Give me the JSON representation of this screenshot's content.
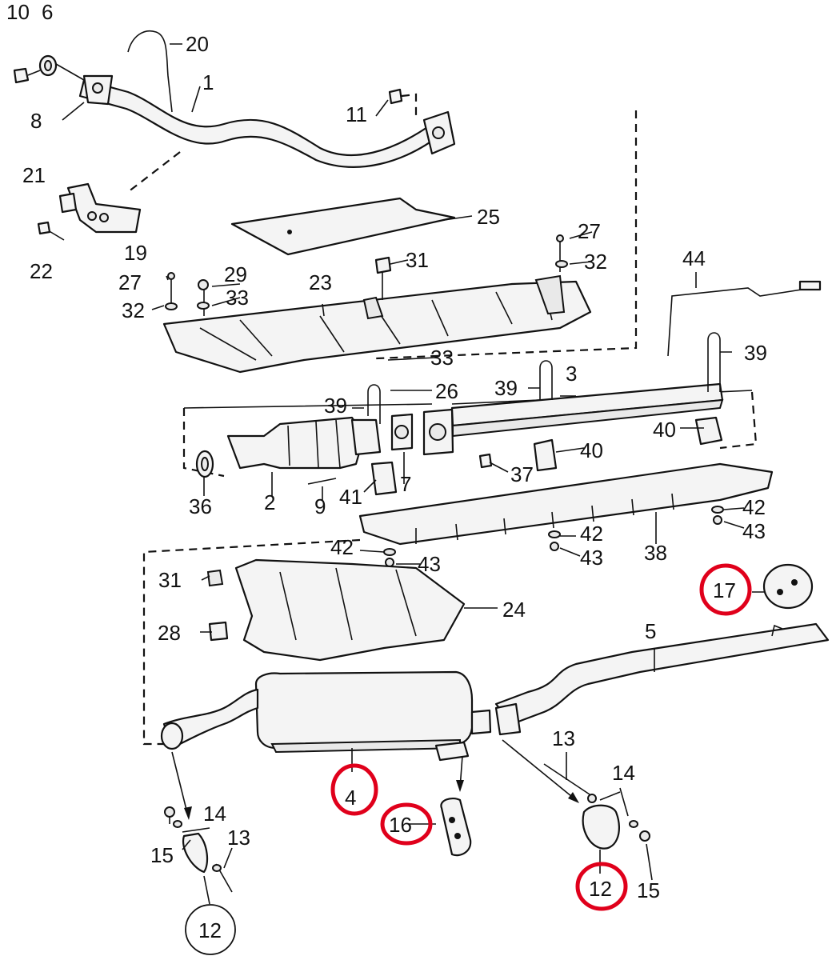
{
  "labels": {
    "l10": "10",
    "l6": "6",
    "l20": "20",
    "l1": "1",
    "l8": "8",
    "l11": "11",
    "l21": "21",
    "l19": "19",
    "l22": "22",
    "l25": "25",
    "l27a": "27",
    "l32a": "32",
    "l31a": "31",
    "l27b": "27",
    "l29": "29",
    "l32b": "32",
    "l33a": "33",
    "l23": "23",
    "l44": "44",
    "l39a": "39",
    "l33b": "33",
    "l26": "26",
    "l39b": "39",
    "l3": "3",
    "l39c": "39",
    "l40a": "40",
    "l40b": "40",
    "l37": "37",
    "l36": "36",
    "l2": "2",
    "l9": "9",
    "l41": "41",
    "l7": "7",
    "l42a": "42",
    "l43a": "43",
    "l42b": "42",
    "l43b": "43",
    "l38": "38",
    "l42c": "42",
    "l43c": "43",
    "l31b": "31",
    "l24": "24",
    "l28": "28",
    "l17": "17",
    "l5": "5",
    "l4": "4",
    "l16": "16",
    "l13a": "13",
    "l14a": "14",
    "l15a": "15",
    "l12a": "12",
    "l14b": "14",
    "l13b": "13",
    "l15b": "15",
    "l12b": "12"
  },
  "colors": {
    "ink": "#111111",
    "highlight": "#e0001b",
    "paper": "#ffffff"
  }
}
